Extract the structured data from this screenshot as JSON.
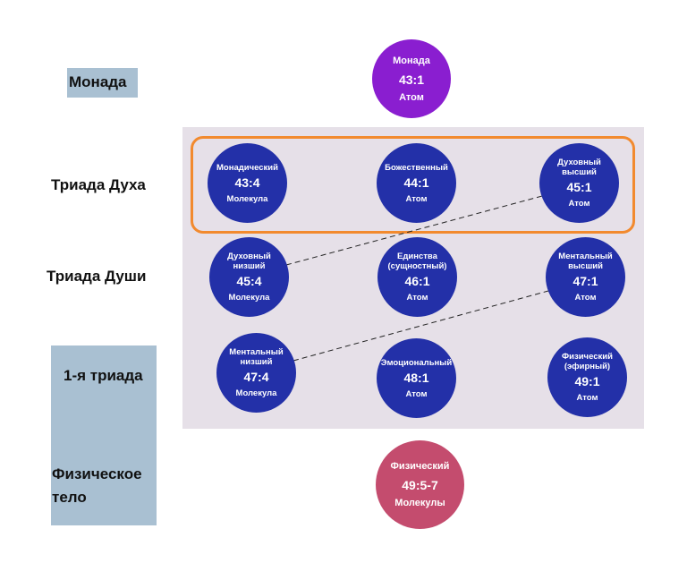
{
  "labels": {
    "monad": "Монада",
    "spirit_triad": "Триада Духа",
    "soul_triad": "Триада Души",
    "first_triad": "1-я триада",
    "physical_body_line1": "Физическое",
    "physical_body_line2": "тело"
  },
  "colors": {
    "node_blue": "#2330a8",
    "monad_purple": "#8a1ed0",
    "physical_red": "#c44c6e",
    "panel": "#e6e0e8",
    "label_box": "#a9c0d2",
    "highlight_frame": "#f28a2e"
  },
  "nodes": {
    "monad": {
      "name": "Монада",
      "code": "43:1",
      "type": "Атом"
    },
    "monadic": {
      "name": "Монадический",
      "code": "43:4",
      "type": "Молекула"
    },
    "divine": {
      "name": "Божественный",
      "code": "44:1",
      "type": "Атом"
    },
    "spiritual_higher": {
      "name": "Духовный\nвысший",
      "code": "45:1",
      "type": "Атом"
    },
    "spiritual_lower": {
      "name": "Духовный\nнизший",
      "code": "45:4",
      "type": "Молекула"
    },
    "unity": {
      "name": "Единства\n(сущностный)",
      "code": "46:1",
      "type": "Атом"
    },
    "mental_higher": {
      "name": "Ментальный\nвысший",
      "code": "47:1",
      "type": "Атом"
    },
    "mental_lower": {
      "name": "Ментальный\nнизший",
      "code": "47:4",
      "type": "Молекула"
    },
    "emotional": {
      "name": "Эмоциональный",
      "code": "48:1",
      "type": "Атом"
    },
    "physical_etheric": {
      "name": "Физический\n(эфирный)",
      "code": "49:1",
      "type": "Атом"
    },
    "physical": {
      "name": "Физический",
      "code": "49:5-7",
      "type": "Молекулы"
    }
  }
}
